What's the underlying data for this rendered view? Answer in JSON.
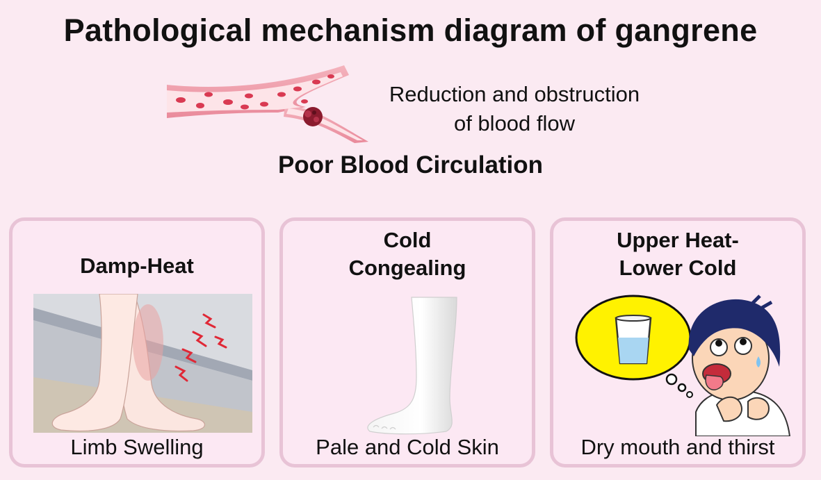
{
  "title": "Pathological mechanism diagram of gangrene",
  "vessel_caption": {
    "line1": "Reduction and obstruction",
    "line2": "of blood flow"
  },
  "subtitle": "Poor Blood Circulation",
  "panels": [
    {
      "title_lines": [
        "Damp-Heat"
      ],
      "caption": "Limb Swelling",
      "illustration": "swollen-feet-illustration"
    },
    {
      "title_lines": [
        "Cold",
        "Congealing"
      ],
      "caption": "Pale and Cold Skin",
      "illustration": "pale-leg-illustration"
    },
    {
      "title_lines": [
        "Upper Heat-",
        "Lower Cold"
      ],
      "caption": "Dry mouth and thirst",
      "illustration": "thirsty-boy-illustration"
    }
  ],
  "colors": {
    "background": "#fbeaf2",
    "panel_border": "#e8c3d6",
    "vessel_wall": "#ee9aa8",
    "blood_cell": "#d93a52",
    "clot": "#8a1b2e",
    "thought_bubble": "#fff200"
  }
}
